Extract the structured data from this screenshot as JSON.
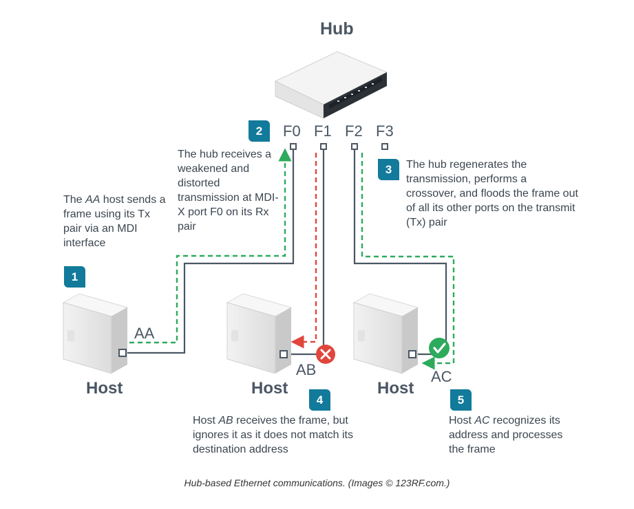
{
  "hub": {
    "title": "Hub",
    "ports": [
      "F0",
      "F1",
      "F2",
      "F3"
    ]
  },
  "hosts": [
    {
      "label": "Host",
      "address": "AA"
    },
    {
      "label": "Host",
      "address": "AB"
    },
    {
      "label": "Host",
      "address": "AC"
    }
  ],
  "steps": [
    {
      "number": "1",
      "text_parts": [
        "The ",
        "AA",
        " host sends a frame using its Tx pair via an MDI interface"
      ]
    },
    {
      "number": "2",
      "text": "The hub receives a weakened and distorted transmission at MDI-X port F0 on its Rx pair"
    },
    {
      "number": "3",
      "text": "The hub regenerates the transmission, performs a crossover, and floods the frame out of all its other ports on the transmit (Tx) pair"
    },
    {
      "number": "4",
      "text_parts": [
        "Host ",
        "AB",
        " receives the frame, but ignores it as it does not match its destination address"
      ]
    },
    {
      "number": "5",
      "text_parts": [
        "Host ",
        "AC",
        " recognizes its address and processes the frame"
      ]
    }
  ],
  "caption": "Hub-based Ethernet communications. (Images © 123RF.com.)",
  "colors": {
    "badge": "#127a9b",
    "tx_path": "#2eaa5c",
    "rejected_path": "#e0463c",
    "cable": "#4a5663",
    "accept": "#2eaa5c",
    "reject": "#e0463c"
  },
  "icons": [
    "hub-device-icon",
    "host-tower-icon",
    "reject-x-icon",
    "accept-check-icon"
  ]
}
